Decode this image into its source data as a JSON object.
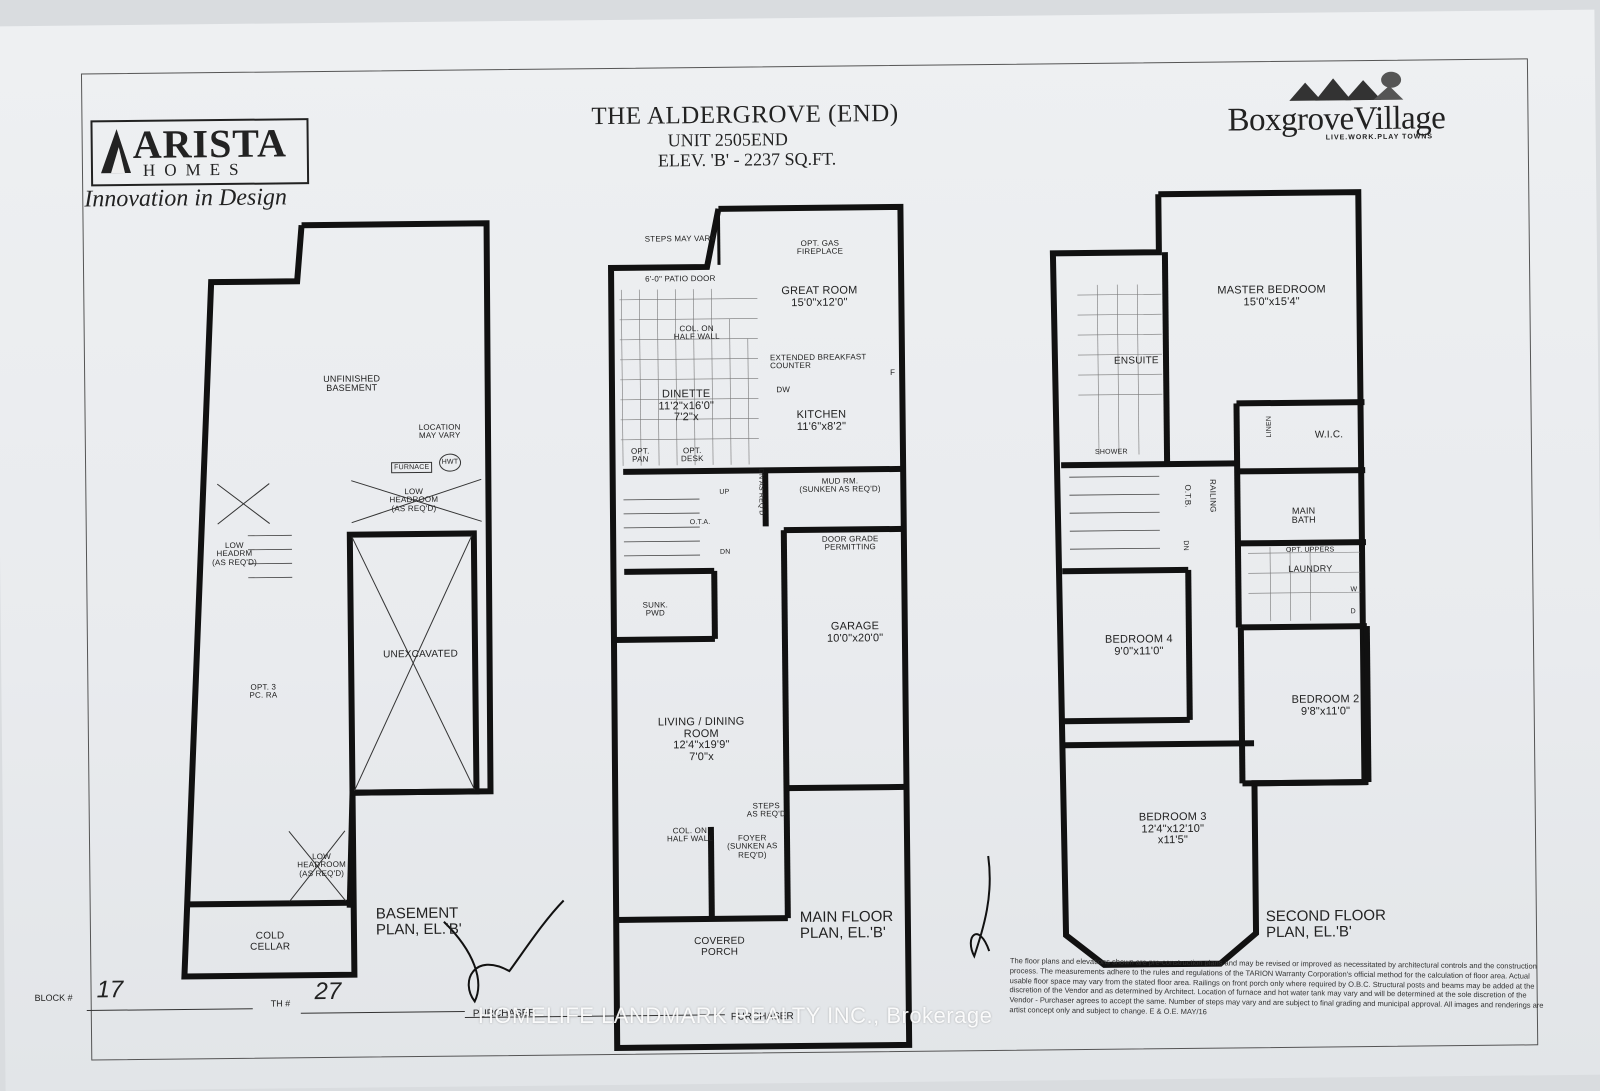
{
  "header": {
    "title": "THE ALDERGROVE (END)",
    "unit": "UNIT 2505END",
    "elevation": "ELEV. 'B' - 2237 SQ.FT."
  },
  "builder": {
    "name": "ARISTA",
    "sub": "HOMES",
    "tagline": "Innovation in Design"
  },
  "community": {
    "name": "BoxgroveVillage",
    "tagline": "LIVE.WORK.PLAY TOWNS"
  },
  "basement": {
    "plan_label_1": "BASEMENT",
    "plan_label_2": "PLAN, EL.'B'",
    "rooms": {
      "unfinished_1": "UNFINISHED",
      "unfinished_2": "BASEMENT",
      "location_1": "LOCATION",
      "location_2": "MAY VARY",
      "furnace": "FURNACE",
      "hwt": "HWT",
      "low_headroom_1": "LOW",
      "low_headroom_2": "HEADROOM",
      "low_headroom_3": "(AS REQ'D)",
      "low_headrm_1": "LOW",
      "low_headrm_2": "HEADRM",
      "low_headrm_3": "(AS REQ'D)",
      "unexcavated": "UNEXCAVATED",
      "opt3_1": "OPT. 3",
      "opt3_2": "PC. RA",
      "low_head2_1": "LOW",
      "low_head2_2": "HEADROOM",
      "low_head2_3": "(AS REQ'D)",
      "cold_1": "COLD",
      "cold_2": "CELLAR"
    }
  },
  "main_floor": {
    "plan_label_1": "MAIN FLOOR",
    "plan_label_2": "PLAN, EL.'B'",
    "rooms": {
      "steps_vary": "STEPS MAY VARY",
      "patio_door": "6'-0\" PATIO DOOR",
      "gas_fp_1": "OPT. GAS",
      "gas_fp_2": "FIREPLACE",
      "great_room": "GREAT ROOM",
      "great_room_dim": "15'0\"x12'0\"",
      "col_half_1": "COL. ON",
      "col_half_2": "HALF WALL",
      "ext_counter_1": "EXTENDED BREAKFAST",
      "ext_counter_2": "COUNTER",
      "dinette": "DINETTE",
      "dinette_dim": "11'2\"x16'0\"",
      "dinette_dim2": "7'2\"x",
      "dw": "DW",
      "f": "F",
      "kitchen": "KITCHEN",
      "kitchen_dim": "11'6\"x8'2\"",
      "opt_pan_1": "OPT.",
      "opt_pan_2": "PAN",
      "opt_desk_1": "OPT.",
      "opt_desk_2": "DESK",
      "mud_1": "MUD RM.",
      "mud_2": "(SUNKEN AS REQ'D)",
      "dn_as_reqd": "DN AS REQ'D",
      "ota": "O.T.A.",
      "up": "UP",
      "dn": "DN",
      "door_grade_1": "DOOR GRADE",
      "door_grade_2": "PERMITTING",
      "sunk_1": "SUNK.",
      "sunk_2": "PWD",
      "garage": "GARAGE",
      "garage_dim": "10'0\"x20'0\"",
      "living_1": "LIVING / DINING",
      "living_2": "ROOM",
      "living_dim": "12'4\"x19'9\"",
      "living_dim2": "7'0\"x",
      "steps_1": "STEPS",
      "steps_2": "AS REQ'D",
      "col2_1": "COL. ON",
      "col2_2": "HALF WALL",
      "foyer_1": "FOYER",
      "foyer_2": "(SUNKEN AS",
      "foyer_3": "REQ'D)",
      "porch_1": "COVERED",
      "porch_2": "PORCH"
    }
  },
  "second_floor": {
    "plan_label_1": "SECOND FLOOR",
    "plan_label_2": "PLAN, EL.'B'",
    "rooms": {
      "master": "MASTER BEDROOM",
      "master_dim": "15'0\"x15'4\"",
      "ensuite": "ENSUITE",
      "shower": "SHOWER",
      "linen": "LINEN",
      "wic": "W.I.C.",
      "otb": "O.T.B.",
      "railing": "RAILING",
      "dn": "DN",
      "main_bath_1": "MAIN",
      "main_bath_2": "BATH",
      "opt_uppers": "OPT. UPPERS",
      "laundry": "LAUNDRY",
      "d": "D",
      "w": "W",
      "bed4": "BEDROOM 4",
      "bed4_dim": "9'0\"x11'0\"",
      "bed2": "BEDROOM 2",
      "bed2_dim": "9'8\"x11'0\"",
      "bed3": "BEDROOM 3",
      "bed3_dim": "12'4\"x12'10\"",
      "bed3_dim2": "x11'5\""
    }
  },
  "footer": {
    "block_label": "BLOCK #",
    "block_value": "17",
    "th_label": "TH #",
    "th_value": "27",
    "purchaser_1": "PURCHASER",
    "purchaser_2": "PURCHASER",
    "disclaimer": "The floor plans and elevations shown are pre-construction plans and may be revised or improved as necessitated by architectural controls and the construction process. The measurements adhere to the rules and regulations of the TARION Warranty Corporation's official method for the calculation of floor area. Actual usable floor space may vary from the stated floor area. Railings on front porch only where required by O.B.C. Structural posts and beams may be added at the discretion of the Vendor and as determined by Architect. Location of furnace and hot water tank may vary and will be determined at the sole discretion of the Vendor - Purchaser agrees to accept the same. Number of steps may vary and are subject to final grading and municipal approval. All images and renderings are artist concept only and subject to change. E & O.E. MAY/16"
  },
  "watermark": "HOMELIFE LANDMARK REALTY INC., Brokerage"
}
